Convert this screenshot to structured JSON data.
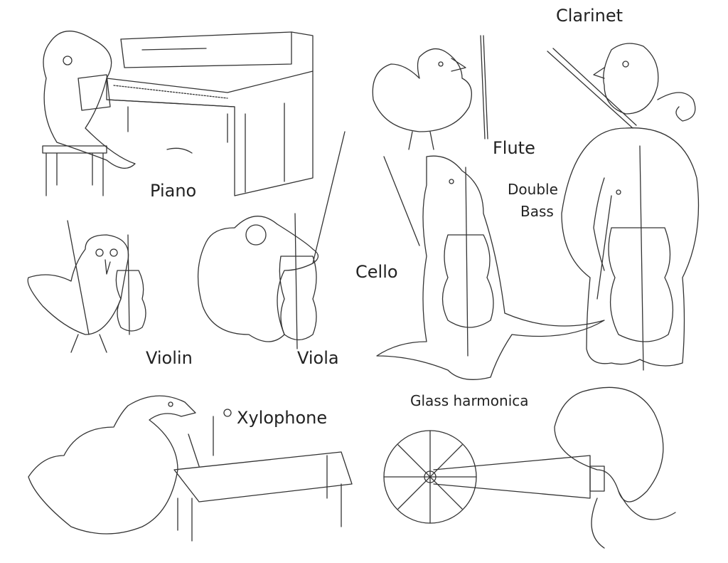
{
  "labels": {
    "piano": "Piano",
    "violin": "Violin",
    "viola": "Viola",
    "cello": "Cello",
    "flute": "Flute",
    "clarinet": "Clarinet",
    "double_bass_1": "Double",
    "double_bass_2": "Bass",
    "xylophone": "Xylophone",
    "glass_harmonica": "Glass harmonica"
  },
  "colors": {
    "line": "#333333",
    "background": "#ffffff"
  }
}
